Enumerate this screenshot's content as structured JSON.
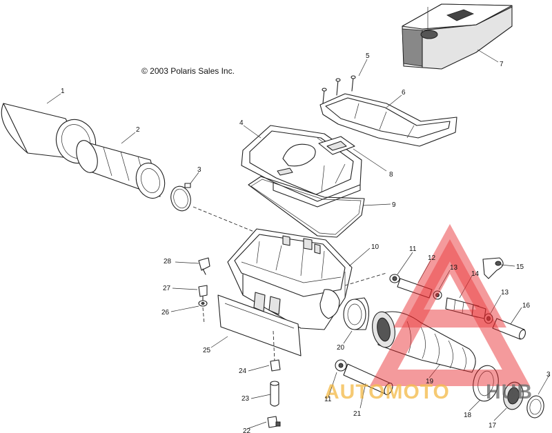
{
  "copyright": "© 2003 Polaris Sales Inc.",
  "part_labels": [
    {
      "id": "p1",
      "text": "1"
    },
    {
      "id": "p2",
      "text": "2"
    },
    {
      "id": "p3a",
      "text": "3"
    },
    {
      "id": "p4",
      "text": "4"
    },
    {
      "id": "p5",
      "text": "5"
    },
    {
      "id": "p6",
      "text": "6"
    },
    {
      "id": "p7",
      "text": "7"
    },
    {
      "id": "p8",
      "text": "8"
    },
    {
      "id": "p9",
      "text": "9"
    },
    {
      "id": "p10",
      "text": "10"
    },
    {
      "id": "p11a",
      "text": "11"
    },
    {
      "id": "p12",
      "text": "12"
    },
    {
      "id": "p13a",
      "text": "13"
    },
    {
      "id": "p14",
      "text": "14"
    },
    {
      "id": "p15",
      "text": "15"
    },
    {
      "id": "p13b",
      "text": "13"
    },
    {
      "id": "p16",
      "text": "16"
    },
    {
      "id": "p28",
      "text": "28"
    },
    {
      "id": "p27",
      "text": "27"
    },
    {
      "id": "p26",
      "text": "26"
    },
    {
      "id": "p25",
      "text": "25"
    },
    {
      "id": "p20",
      "text": "20"
    },
    {
      "id": "p19",
      "text": "19"
    },
    {
      "id": "p24",
      "text": "24"
    },
    {
      "id": "p11b",
      "text": "11"
    },
    {
      "id": "p21",
      "text": "21"
    },
    {
      "id": "p23",
      "text": "23"
    },
    {
      "id": "p22",
      "text": "22"
    },
    {
      "id": "p18",
      "text": "18"
    },
    {
      "id": "p17",
      "text": "17"
    },
    {
      "id": "p3b",
      "text": "3"
    }
  ],
  "watermark": {
    "part1": "AUTOMOTO",
    "part2": "HUB",
    "color_red": "#e8272a",
    "color_yellow": "#f2b233"
  }
}
